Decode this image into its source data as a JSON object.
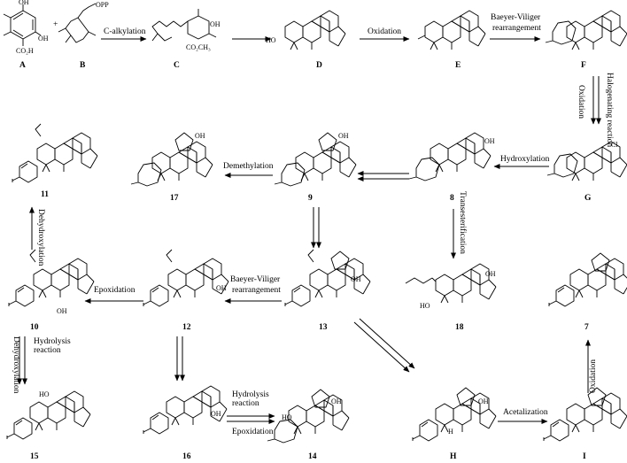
{
  "labels": {
    "A": "A",
    "B": "B",
    "C": "C",
    "D": "D",
    "E": "E",
    "F": "F",
    "G": "G",
    "n8": "8",
    "n9": "9",
    "n17": "17",
    "n11": "11",
    "n10": "10",
    "n12": "12",
    "n13": "13",
    "n18": "18",
    "n7": "7",
    "n15": "15",
    "n16": "16",
    "n14": "14",
    "H": "H",
    "I": "I"
  },
  "atoms": {
    "opp": "OPP",
    "oh": "OH",
    "co2h": "CO₂H",
    "co2ch3": "CO₂CH₃",
    "ho": "HO",
    "cl": "Cl",
    "h": "H"
  },
  "plus": "+",
  "steps": {
    "c_alkylation": "C-alkylation",
    "oxidation1": "Oxidation",
    "baeyer1_l1": "Baeyer-Viliger",
    "baeyer1_l2": "rearrangement",
    "halogenating": "Halogenating reaction",
    "oxidation2": "Oxidation",
    "hydroxylation": "Hydroxylation",
    "demethylation": "Demethylation",
    "transesterification": "Transesterification",
    "dehydroxylation1": "Dehydroxylation",
    "epoxidation1": "Epoxidation",
    "baeyer2_l1": "Baeyer-Viliger",
    "baeyer2_l2": "rearrangement",
    "hydrolysis_l1": "Hydrolysis",
    "hydrolysis_l2": "reaction",
    "dehydroxylation2": "Dehydroxylation",
    "hydrolysis3_l1": "Hydrolysis",
    "hydrolysis3_l2": "reaction",
    "epoxidation2": "Epoxidation",
    "acetalization": "Acetalization",
    "oxidation3": "Oxidation"
  }
}
